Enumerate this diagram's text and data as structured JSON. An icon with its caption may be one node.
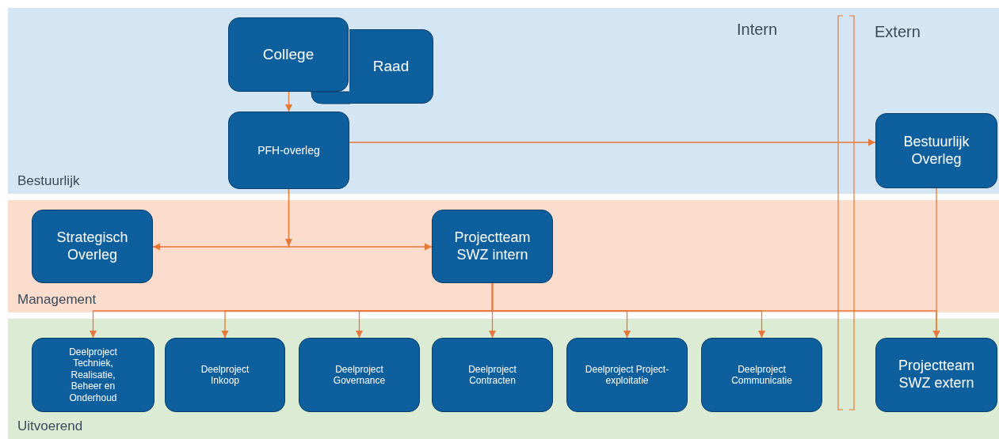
{
  "diagram": {
    "nodes": [
      {
        "text": [
          "Bestuurlijk"
        ]
      },
      {
        "text": [
          "College"
        ],
        "in": 0
      },
      {
        "text": [
          "Raad"
        ],
        "in": 0
      },
      {
        "text": [
          "PFH-overleg"
        ],
        "in": 0
      },
      {
        "text": [
          "Bestuurlijk Overleg"
        ],
        "in": 0
      },
      {
        "text": [
          "Management"
        ]
      },
      {
        "text": [
          "Strategisch Overleg"
        ],
        "in": 5
      },
      {
        "text": [
          "Projectteam SWZ intern"
        ],
        "in": 5
      },
      {
        "text": [
          "Uitvoerend"
        ]
      },
      {
        "text": [
          "Deelproject Techniek, Realisatie, Beheer en Onderhoud"
        ],
        "in": 8
      },
      {
        "text": [
          "Deelproject Inkoop"
        ],
        "in": 8
      },
      {
        "text": [
          "Deelproject Governance"
        ],
        "in": 8
      },
      {
        "text": [
          "Deelproject Contracten"
        ],
        "in": 8
      },
      {
        "text": [
          "Deelproject Project-exploitatie"
        ],
        "in": 8
      },
      {
        "text": [
          "Deelproject Communicatie"
        ],
        "in": 8
      },
      {
        "text": [
          "Projectteam SWZ extern"
        ],
        "in": 8
      }
    ],
    "edges": [
      {
        "from": 1,
        "to": 3,
        "arrow": "to"
      },
      {
        "from": 3,
        "to": 4,
        "arrow": "to"
      },
      {
        "from": 3,
        "to": 6,
        "arrow": "to"
      },
      {
        "from": 3,
        "to": 7,
        "arrow": "to"
      },
      {
        "from": 7,
        "to": 9,
        "arrow": "to"
      },
      {
        "from": 7,
        "to": 10,
        "arrow": "to"
      },
      {
        "from": 7,
        "to": 11,
        "arrow": "to"
      },
      {
        "from": 7,
        "to": 12,
        "arrow": "to"
      },
      {
        "from": 7,
        "to": 13,
        "arrow": "to"
      },
      {
        "from": 7,
        "to": 14,
        "arrow": "to"
      },
      {
        "from": 7,
        "to": 15,
        "arrow": "to"
      },
      {
        "from": 4,
        "to": 15,
        "arrow": "to"
      }
    ],
    "labels": [
      "Intern",
      "Extern"
    ]
  }
}
